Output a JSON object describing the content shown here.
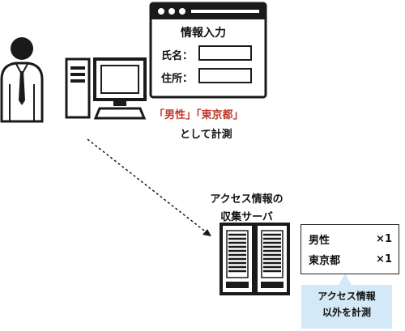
{
  "form": {
    "title": "情報入力",
    "fields": [
      {
        "label": "氏名："
      },
      {
        "label": "住所："
      }
    ]
  },
  "callout_red": "「男性」「東京都」",
  "callout_measure": "として計測",
  "server": {
    "title_line1": "アクセス情報の",
    "title_line2": "収集サーバ"
  },
  "counts": [
    {
      "label": "男性",
      "value": "×1"
    },
    {
      "label": "東京都",
      "value": "×1"
    }
  ],
  "note": {
    "line1": "アクセス情報",
    "line2": "以外を計測"
  },
  "colors": {
    "red": "#c0392b",
    "note_bg": "#d3e9f7",
    "outline": "#222222"
  }
}
